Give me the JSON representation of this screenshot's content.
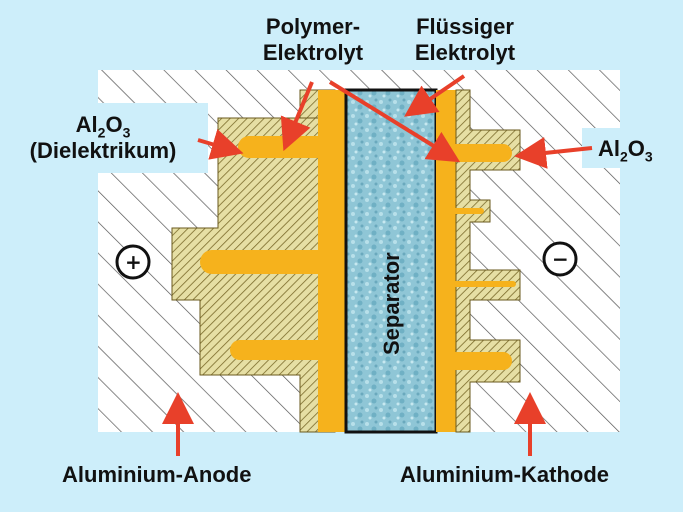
{
  "labels": {
    "polymer_line1": "Polymer-",
    "polymer_line2": "Elektrolyt",
    "fluessig_line1": "Flüssiger",
    "fluessig_line2": "Elektrolyt",
    "al2o3_left_prefix": "Al",
    "al2o3_left_sub1": "2",
    "al2o3_left_mid": "O",
    "al2o3_left_sub2": "3",
    "dielektrikum": "(Dielektrikum)",
    "al2o3_right_prefix": "Al",
    "al2o3_right_sub1": "2",
    "al2o3_right_mid": "O",
    "al2o3_right_sub2": "3",
    "separator": "Separator",
    "anode": "Aluminium-Anode",
    "kathode": "Aluminium-Kathode",
    "plus": "+",
    "minus": "−"
  },
  "colors": {
    "background": "#cdeefa",
    "electrolyte": "#f6b21c",
    "oxide": "#e6dfa4",
    "separator": "#8fc6d6",
    "arrow": "#e8402a",
    "metal": "#ffffff"
  }
}
